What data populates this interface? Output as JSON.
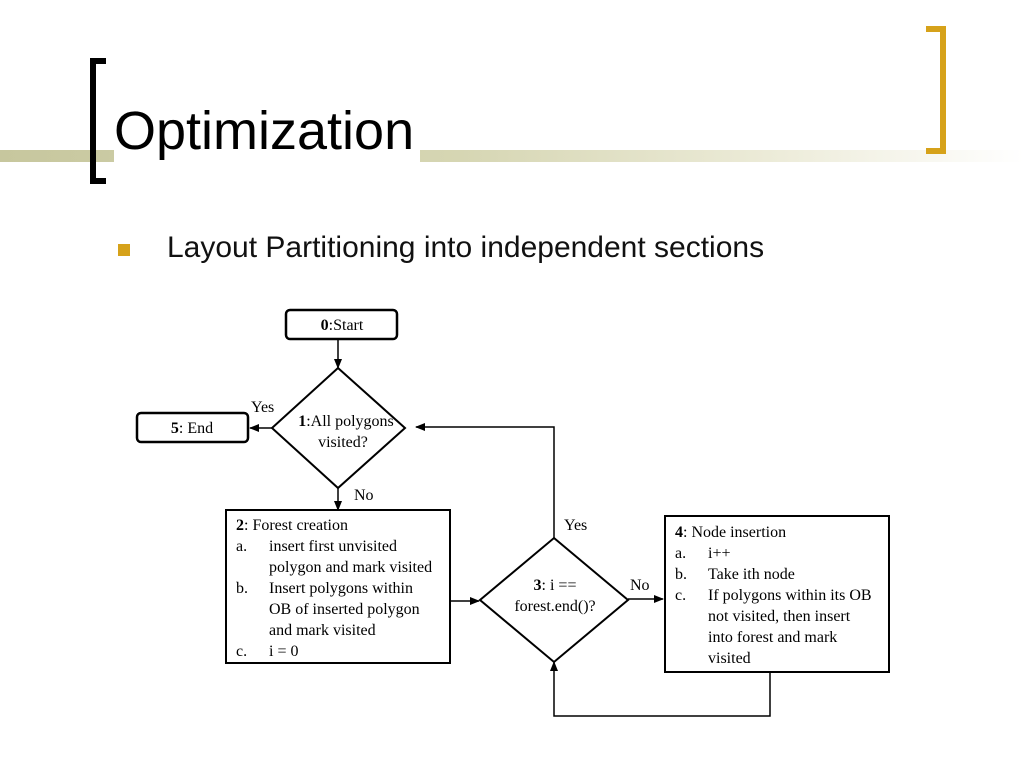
{
  "slide": {
    "title": "Optimization",
    "bullets": [
      "Layout Partitioning into independent sections"
    ]
  },
  "colors": {
    "accent": "#d6a21a",
    "title_rule": "#c7c79e",
    "text": "#000000"
  },
  "flowchart": {
    "start": {
      "num": "0",
      "label": ":Start"
    },
    "end": {
      "num": "5",
      "label": ": End"
    },
    "decision1": {
      "num": "1",
      "line1": ":All polygons",
      "line2": "visited?"
    },
    "decision3": {
      "num": "3",
      "line1": ": i ==",
      "line2": "forest.end()?"
    },
    "box2": {
      "num": "2",
      "title": ": Forest creation",
      "lines": [
        {
          "marker": "a.",
          "text": "insert first unvisited"
        },
        {
          "marker": "",
          "text": "polygon and mark visited"
        },
        {
          "marker": "b.",
          "text": "Insert polygons within"
        },
        {
          "marker": "",
          "text": "OB of inserted polygon"
        },
        {
          "marker": "",
          "text": "and mark visited"
        },
        {
          "marker": "c.",
          "text": "i = 0"
        }
      ]
    },
    "box4": {
      "num": "4",
      "title": ": Node insertion",
      "lines": [
        {
          "marker": "a.",
          "text": "i++"
        },
        {
          "marker": "b.",
          "text": "Take ith node"
        },
        {
          "marker": "c.",
          "text": "If polygons within its OB"
        },
        {
          "marker": "",
          "text": "not visited, then insert"
        },
        {
          "marker": "",
          "text": "into forest and mark"
        },
        {
          "marker": "",
          "text": "visited"
        }
      ]
    },
    "edge_labels": {
      "yes_end": "Yes",
      "no_forest": "No",
      "yes_loop": "Yes",
      "no_node": "No"
    }
  }
}
